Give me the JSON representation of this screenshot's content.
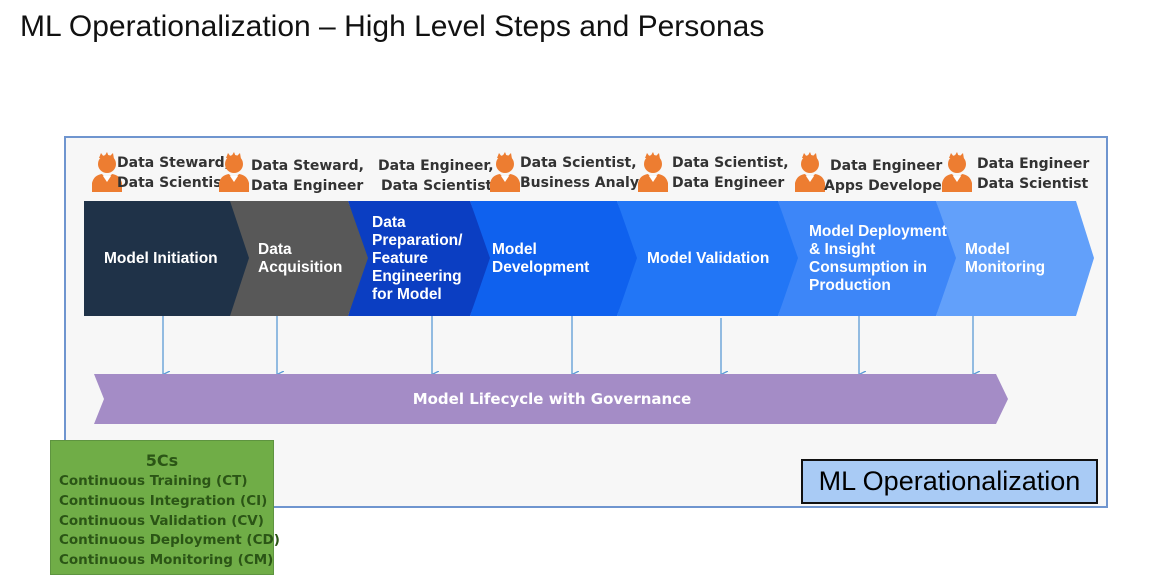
{
  "title": "ML Operationalization – High Level Steps and Personas",
  "personas": [
    {
      "line1": "Data Steward,",
      "line2": "Data Scientist",
      "icon": "person-icon"
    },
    {
      "line1": "Data Steward,",
      "line2": "Data Engineer",
      "icon": "person-icon"
    },
    {
      "line1": "Data Engineer,",
      "line2": "Data Scientist"
    },
    {
      "line1": "Data Scientist,",
      "line2": "Business Analyst",
      "icon": "person-icon"
    },
    {
      "line1": "Data Scientist,",
      "line2": "Data Engineer",
      "icon": "person-icon"
    },
    {
      "line1": "Data Engineer",
      "line2": "Apps Developer",
      "icon": "person-icon"
    },
    {
      "line1": "Data Engineer",
      "line2": "Data Scientist",
      "icon": "person-icon"
    }
  ],
  "stages": [
    {
      "label": "Model Initiation",
      "color": "#1f3248"
    },
    {
      "label": "Data Acquisition",
      "color": "#585858"
    },
    {
      "label": "Data Preparation/ Feature Engineering for Model",
      "color": "#0b3ec2"
    },
    {
      "label": "Model Development",
      "color": "#0f61ee"
    },
    {
      "label": "Model Validation",
      "color": "#2276f6"
    },
    {
      "label": "Model Deployment & Insight Consumption in Production",
      "color": "#3d86f8"
    },
    {
      "label": "Model Monitoring",
      "color": "#62a0fa"
    }
  ],
  "lifecycle": {
    "label": "Model Lifecycle with Governance",
    "color": "#a48cc6"
  },
  "five_cs": {
    "heading": "5Cs",
    "items": [
      "Continuous Training (CT)",
      "Continuous Integration (CI)",
      "Continuous Validation (CV)",
      "Continuous Deployment (CD)",
      "Continuous Monitoring (CM)"
    ],
    "color": "#70ad47"
  },
  "badge": "ML Operationalization",
  "colors": {
    "person": "#ed7d31",
    "frame": "#6f95cf",
    "arrow": "#5b9bd5"
  }
}
